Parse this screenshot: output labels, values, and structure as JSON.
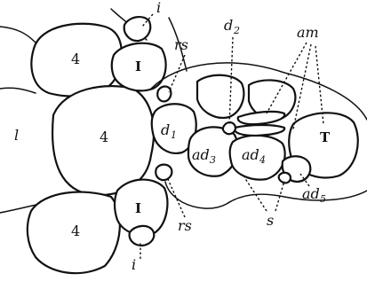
{
  "labels": {
    "i": "i",
    "rs": "rs",
    "d2": "d",
    "d2_sub": "2",
    "am": "am",
    "four": "4",
    "roman_one": "I",
    "l": "l",
    "d1": "d",
    "d1_sub": "1",
    "ad3": "ad",
    "ad3_sub": "3",
    "ad4": "ad",
    "ad4_sub": "4",
    "T": "T",
    "ad5": "ad",
    "ad5_sub": "5",
    "s": "s"
  }
}
